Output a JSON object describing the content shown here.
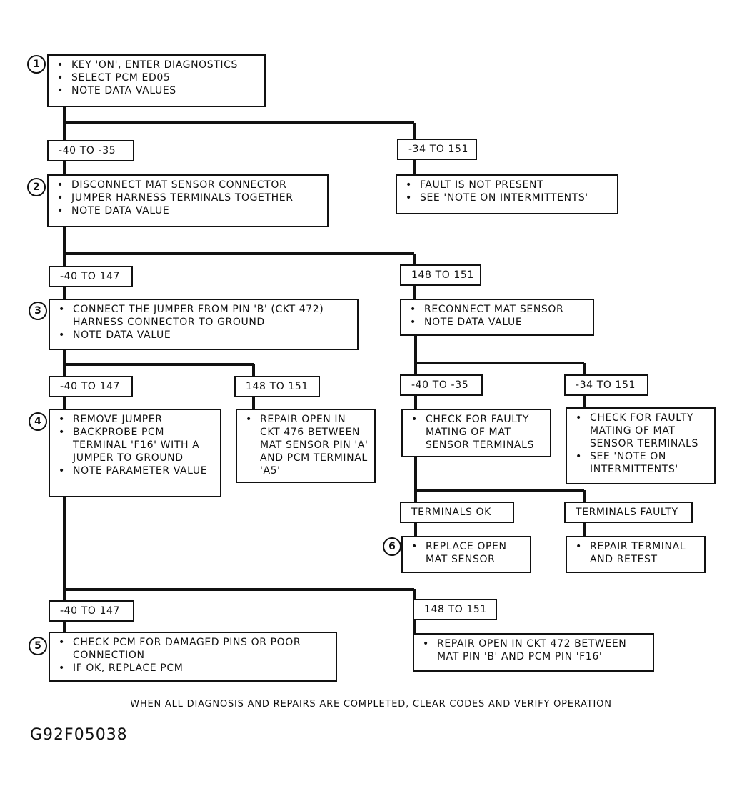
{
  "steps": {
    "s1": [
      "KEY 'ON', ENTER DIAGNOSTICS",
      "SELECT PCM ED05",
      "NOTE DATA VALUES"
    ],
    "s2": [
      "DISCONNECT MAT SENSOR CONNECTOR",
      "JUMPER HARNESS TERMINALS TOGETHER",
      "NOTE DATA VALUE"
    ],
    "s3": [
      "CONNECT THE JUMPER FROM PIN 'B' (CKT 472) HARNESS CONNECTOR TO GROUND",
      "NOTE DATA VALUE"
    ],
    "s4": [
      "REMOVE JUMPER",
      "BACKPROBE PCM TERMINAL 'F16' WITH A JUMPER TO GROUND",
      "NOTE PARAMETER VALUE"
    ],
    "s5": [
      "CHECK PCM FOR DAMAGED PINS OR POOR CONNECTION",
      "IF OK, REPLACE PCM"
    ],
    "fault_not_present": [
      "FAULT IS NOT PRESENT",
      "SEE 'NOTE ON INTERMITTENTS'"
    ],
    "reconnect": [
      "RECONNECT MAT SENSOR",
      "NOTE DATA VALUE"
    ],
    "repair_476": [
      "REPAIR OPEN IN CKT 476 BETWEEN MAT SENSOR PIN 'A' AND PCM TERMINAL 'A5'"
    ],
    "check_mating_1": [
      "CHECK FOR FAULTY MATING OF MAT SENSOR TERMINALS"
    ],
    "check_mating_2": [
      "CHECK FOR FAULTY MATING OF MAT SENSOR TERMINALS",
      "SEE 'NOTE ON INTERMITTENTS'"
    ],
    "s6": [
      "REPLACE OPEN MAT SENSOR"
    ],
    "repair_terminal": [
      "REPAIR TERMINAL AND RETEST"
    ],
    "repair_472": [
      "REPAIR OPEN IN CKT 472 BETWEEN MAT PIN 'B' AND PCM PIN 'F16'"
    ]
  },
  "labels": {
    "l1a": "-40 TO -35",
    "l1b": "-34 TO 151",
    "l2a": "-40 TO 147",
    "l2b": "148 TO 151",
    "l3a": "-40 TO 147",
    "l3b": "148 TO 151",
    "l4a": "-40 TO -35",
    "l4b": "-34 TO 151",
    "l5a": "TERMINALS OK",
    "l5b": "TERMINALS FAULTY",
    "l6a": "-40 TO 147",
    "l6b": "148 TO 151"
  },
  "numbers": {
    "n1": "1",
    "n2": "2",
    "n3": "3",
    "n4": "4",
    "n5": "5",
    "n6": "6"
  },
  "footer": "WHEN ALL DIAGNOSIS AND REPAIRS ARE COMPLETED, CLEAR CODES AND VERIFY OPERATION",
  "figure_code": "G92F05038"
}
